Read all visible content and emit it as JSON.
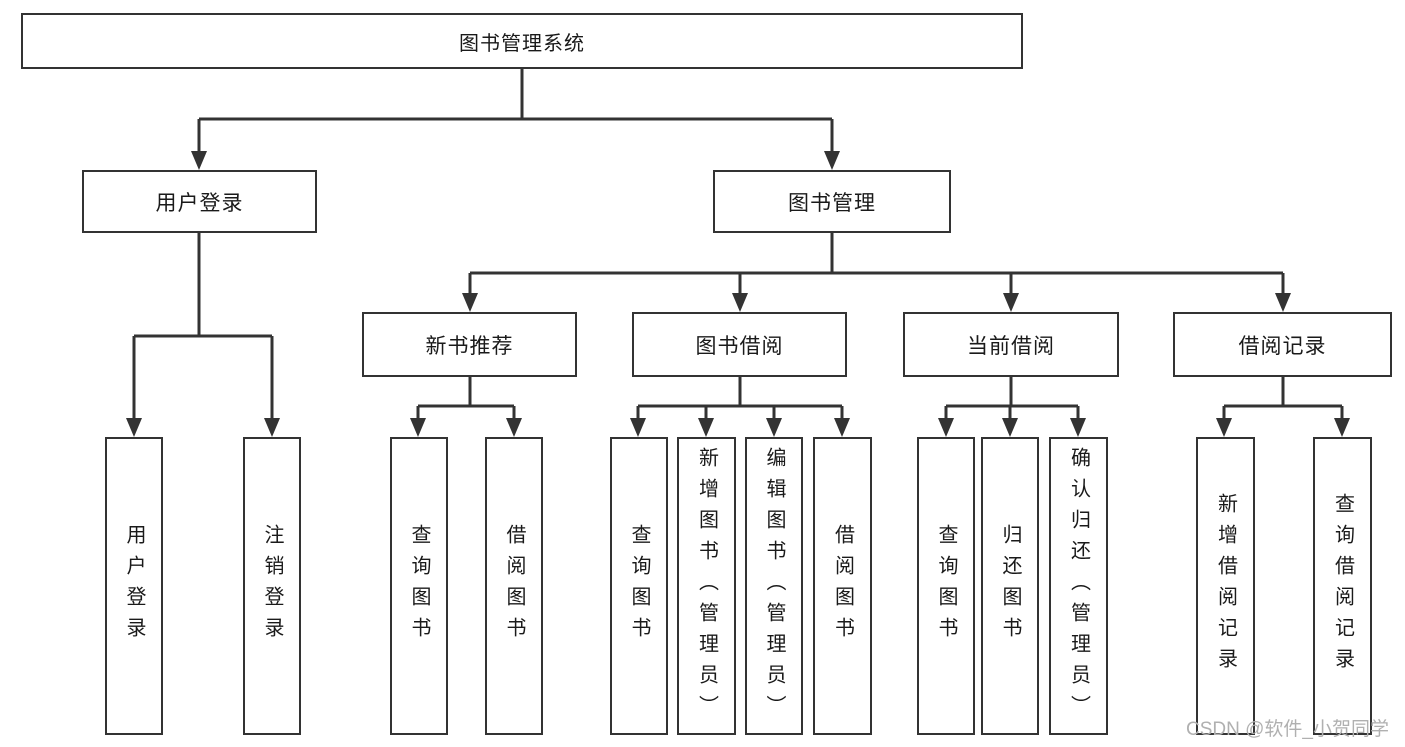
{
  "tree": {
    "root": {
      "label": "图书管理系统"
    },
    "branches": [
      {
        "label": "用户登录",
        "children": [
          {
            "label": "用户登录"
          },
          {
            "label": "注销登录"
          }
        ]
      },
      {
        "label": "图书管理",
        "children": [
          {
            "label": "新书推荐",
            "children": [
              {
                "label": "查询图书"
              },
              {
                "label": "借阅图书"
              }
            ]
          },
          {
            "label": "图书借阅",
            "children": [
              {
                "label": "查询图书"
              },
              {
                "label": "新增图书（管理员）"
              },
              {
                "label": "编辑图书（管理员）"
              },
              {
                "label": "借阅图书"
              }
            ]
          },
          {
            "label": "当前借阅",
            "children": [
              {
                "label": "查询图书"
              },
              {
                "label": "归还图书"
              },
              {
                "label": "确认归还（管理员）"
              }
            ]
          },
          {
            "label": "借阅记录",
            "children": [
              {
                "label": "新增借阅记录"
              },
              {
                "label": "查询借阅记录"
              }
            ]
          }
        ]
      }
    ]
  },
  "watermark": {
    "text": "CSDN @软件_小贺同学"
  },
  "colors": {
    "line": "#333333",
    "node_text": "#1a1a1a",
    "node_fill": "#ffffff",
    "watermark": "#b0b0b0",
    "background": "#ffffff"
  }
}
